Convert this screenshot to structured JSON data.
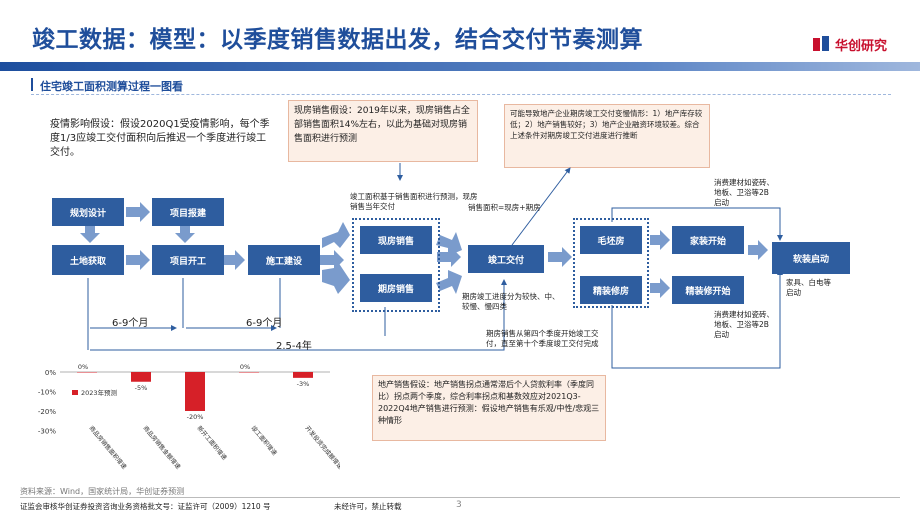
{
  "header": {
    "title": "竣工数据：模型：以季度销售数据出发，结合交付节奏测算",
    "logo_text": "华创研究",
    "brand_color": "#1f4e9b",
    "logo_color": "#c8102e"
  },
  "section": {
    "subtitle": "住宅竣工面积测算过程一图看"
  },
  "notes": {
    "epidemic": "疫情影响假设：假设2020Q1受疫情影响，每个季度1/3应竣工交付面积向后推迟一个季度进行竣工交付。"
  },
  "callouts": {
    "sales_assumption": "现房销售假设：2019年以来，现房销售占全部销售面积14%左右，以此为基础对现房销售面积进行预测",
    "factors": "可能导致地产企业期房竣工交付变慢情形：1）地产库存较低；2）地产销售较好；3）地产企业融资环境较差。综合上述条件对期房竣工交付进度进行推断",
    "property_sales": "地产销售假设：地产销售拐点通常滞后个人贷款利率（季度同比）拐点两个季度，综合利率拐点和基数效应对2021Q3-2022Q4地产销售进行预测：假设地产销售有乐观/中性/悲观三种情形"
  },
  "boxes": {
    "planning": "规划设计",
    "approval": "项目报建",
    "land": "土地获取",
    "start": "项目开工",
    "construction": "施工建设",
    "spot_sales": "现房销售",
    "forward_sales": "期房销售",
    "completion": "竣工交付",
    "bare": "毛坯房",
    "fine": "精装修房",
    "home_decor": "家装开始",
    "fine_decor": "精装修开始",
    "soft_decor": "软装启动"
  },
  "labels": {
    "area_note": "竣工面积基于销售面积进行预测，现房销售当年交付",
    "formula": "销售面积=现房+期房",
    "split": "期房竣工进度分为较快、中、较慢、慢四类",
    "forward_schedule": "期房销售从第四个季度开始竣工交付，直至第十个季度竣工交付完成",
    "materials_top": "消费建材如瓷砖、地板、卫浴等2B启动",
    "materials_bottom": "消费建材如瓷砖、地板、卫浴等2B启动",
    "appliances": "家具、白电等启动"
  },
  "periods": {
    "p1": "6-9个月",
    "p2": "6-9个月",
    "p3": "2.5-4年"
  },
  "footer": {
    "source": "资料来源：Wind，国家统计局，华创证券预测",
    "license": "证监会审核华创证券投资咨询业务资格批文号：证监许可（2009）1210 号",
    "rights": "未经许可，禁止转载",
    "page": "3"
  },
  "chart_data": {
    "type": "bar",
    "categories": [
      "商品房销售面积增速",
      "商品房销售金额增速",
      "新开工面积增速",
      "竣工面积增速",
      "开发投资完成额增速"
    ],
    "values": [
      0,
      -5,
      -20,
      0,
      -3
    ],
    "value_labels": [
      "0%",
      "-5%",
      "-20%",
      "0%",
      "-3%"
    ],
    "series": [
      {
        "name": "2023年预测",
        "values": [
          0,
          -5,
          -20,
          0,
          -3
        ]
      }
    ],
    "yticks": [
      "0%",
      "-10%",
      "-20%",
      "-30%"
    ],
    "ylim": [
      -30,
      0
    ],
    "bar_color": "#d62028",
    "legend": "top-left"
  }
}
